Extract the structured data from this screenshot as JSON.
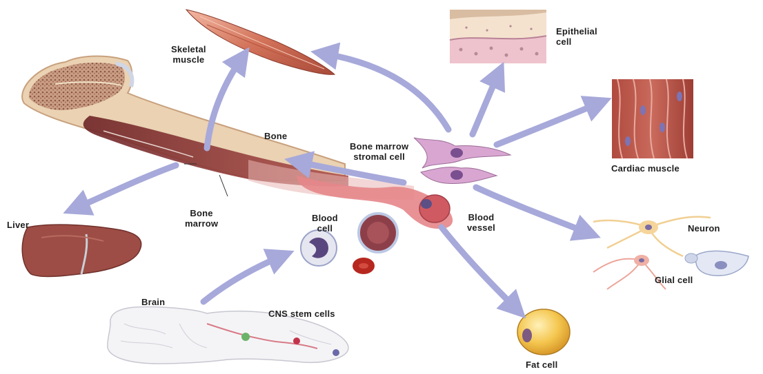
{
  "colors": {
    "arrow": "#a7a9da",
    "bone_shell": "#e8c9a6",
    "bone_spongy": "#b17f66",
    "marrow": "#8b3a3a",
    "muscle": "#d9826b",
    "liver": "#9a4b44",
    "stromal": "#c894c2",
    "neuron": "#f4d49a",
    "glial": "#eca59a",
    "fat": "#f2c24f",
    "red_cell": "#b6281f"
  },
  "labels": {
    "skeletal_muscle": [
      "Skeletal",
      "muscle"
    ],
    "epithelial_cell": [
      "Epithelial",
      "cell"
    ],
    "bone": "Bone",
    "bone_marrow_stromal_cell": [
      "Bone marrow",
      "stromal cell"
    ],
    "cardiac_muscle": "Cardiac muscle",
    "liver": "Liver",
    "bone_marrow": [
      "Bone",
      "marrow"
    ],
    "blood_cell": [
      "Blood",
      "cell"
    ],
    "blood_vessel": [
      "Blood",
      "vessel"
    ],
    "neuron": "Neuron",
    "glial_cell": "Glial cell",
    "brain": "Brain",
    "cns_stem_cells": "CNS stem cells",
    "fat_cell": "Fat cell"
  }
}
